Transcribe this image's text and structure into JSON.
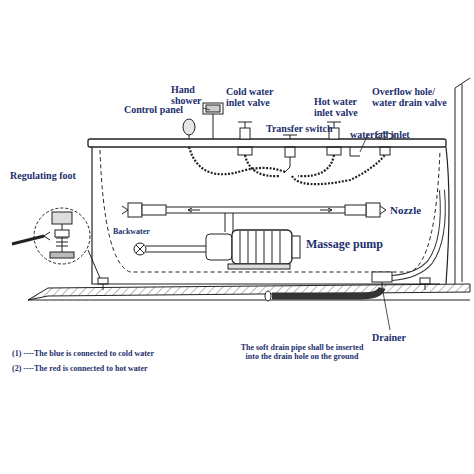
{
  "diagram": {
    "labels": [
      "Control panel",
      "Hand shower",
      "Cold water inlet valve",
      "Transfer switch",
      "Hot water inlet valve",
      "Overflow hole/ water drain valve",
      "waterfall inlet",
      "Regulating foot",
      "Nozzle",
      "Backwater",
      "Massage pump",
      "Drainer",
      "(1) ----The blue is connected to cold water",
      "(2) ----The red is connected to hot water",
      "The soft drain pipe shall be inserted into the drain hole on the ground"
    ]
  }
}
